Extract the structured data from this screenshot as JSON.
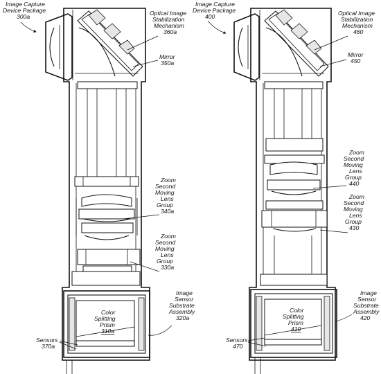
{
  "left_device": {
    "package_label": [
      "Image Capture",
      "Device Package",
      "300a"
    ],
    "ois_label": [
      "Optical Image",
      "Stabilization",
      "Mechanism",
      "360a"
    ],
    "mirror_label": [
      "Mirror",
      "350a"
    ],
    "zoom2_label": [
      "Zoom",
      "Second",
      "Moving",
      "Lens",
      "Group",
      "340a"
    ],
    "zoom1_label": [
      "Zoom",
      "Second",
      "Moving",
      "Lens",
      "Group",
      "330a"
    ],
    "prism_label": [
      "Color",
      "Splitting",
      "Prism",
      "310a"
    ],
    "substrate_label": [
      "Image",
      "Sensor",
      "Substrate",
      "Assembly",
      "320a"
    ],
    "sensors_label": [
      "Sensors",
      "370a"
    ]
  },
  "right_device": {
    "package_label": [
      "Image Capture",
      "Device Package",
      "400"
    ],
    "ois_label": [
      "Optical Image",
      "Stabilization",
      "Mechanism",
      "460"
    ],
    "mirror_label": [
      "Mirror",
      "450"
    ],
    "zoom2_label": [
      "Zoom",
      "Second",
      "Moving",
      "Lens",
      "Group",
      "440"
    ],
    "zoom1_label": [
      "Zoom",
      "Second",
      "Moving",
      "Lens",
      "Group",
      "430"
    ],
    "prism_label": [
      "Color",
      "Splitting",
      "Prism",
      "410"
    ],
    "substrate_label": [
      "Image",
      "Sensor",
      "Substrate",
      "Assembly",
      "420"
    ],
    "sensors_label": [
      "Sensors",
      "470"
    ]
  }
}
